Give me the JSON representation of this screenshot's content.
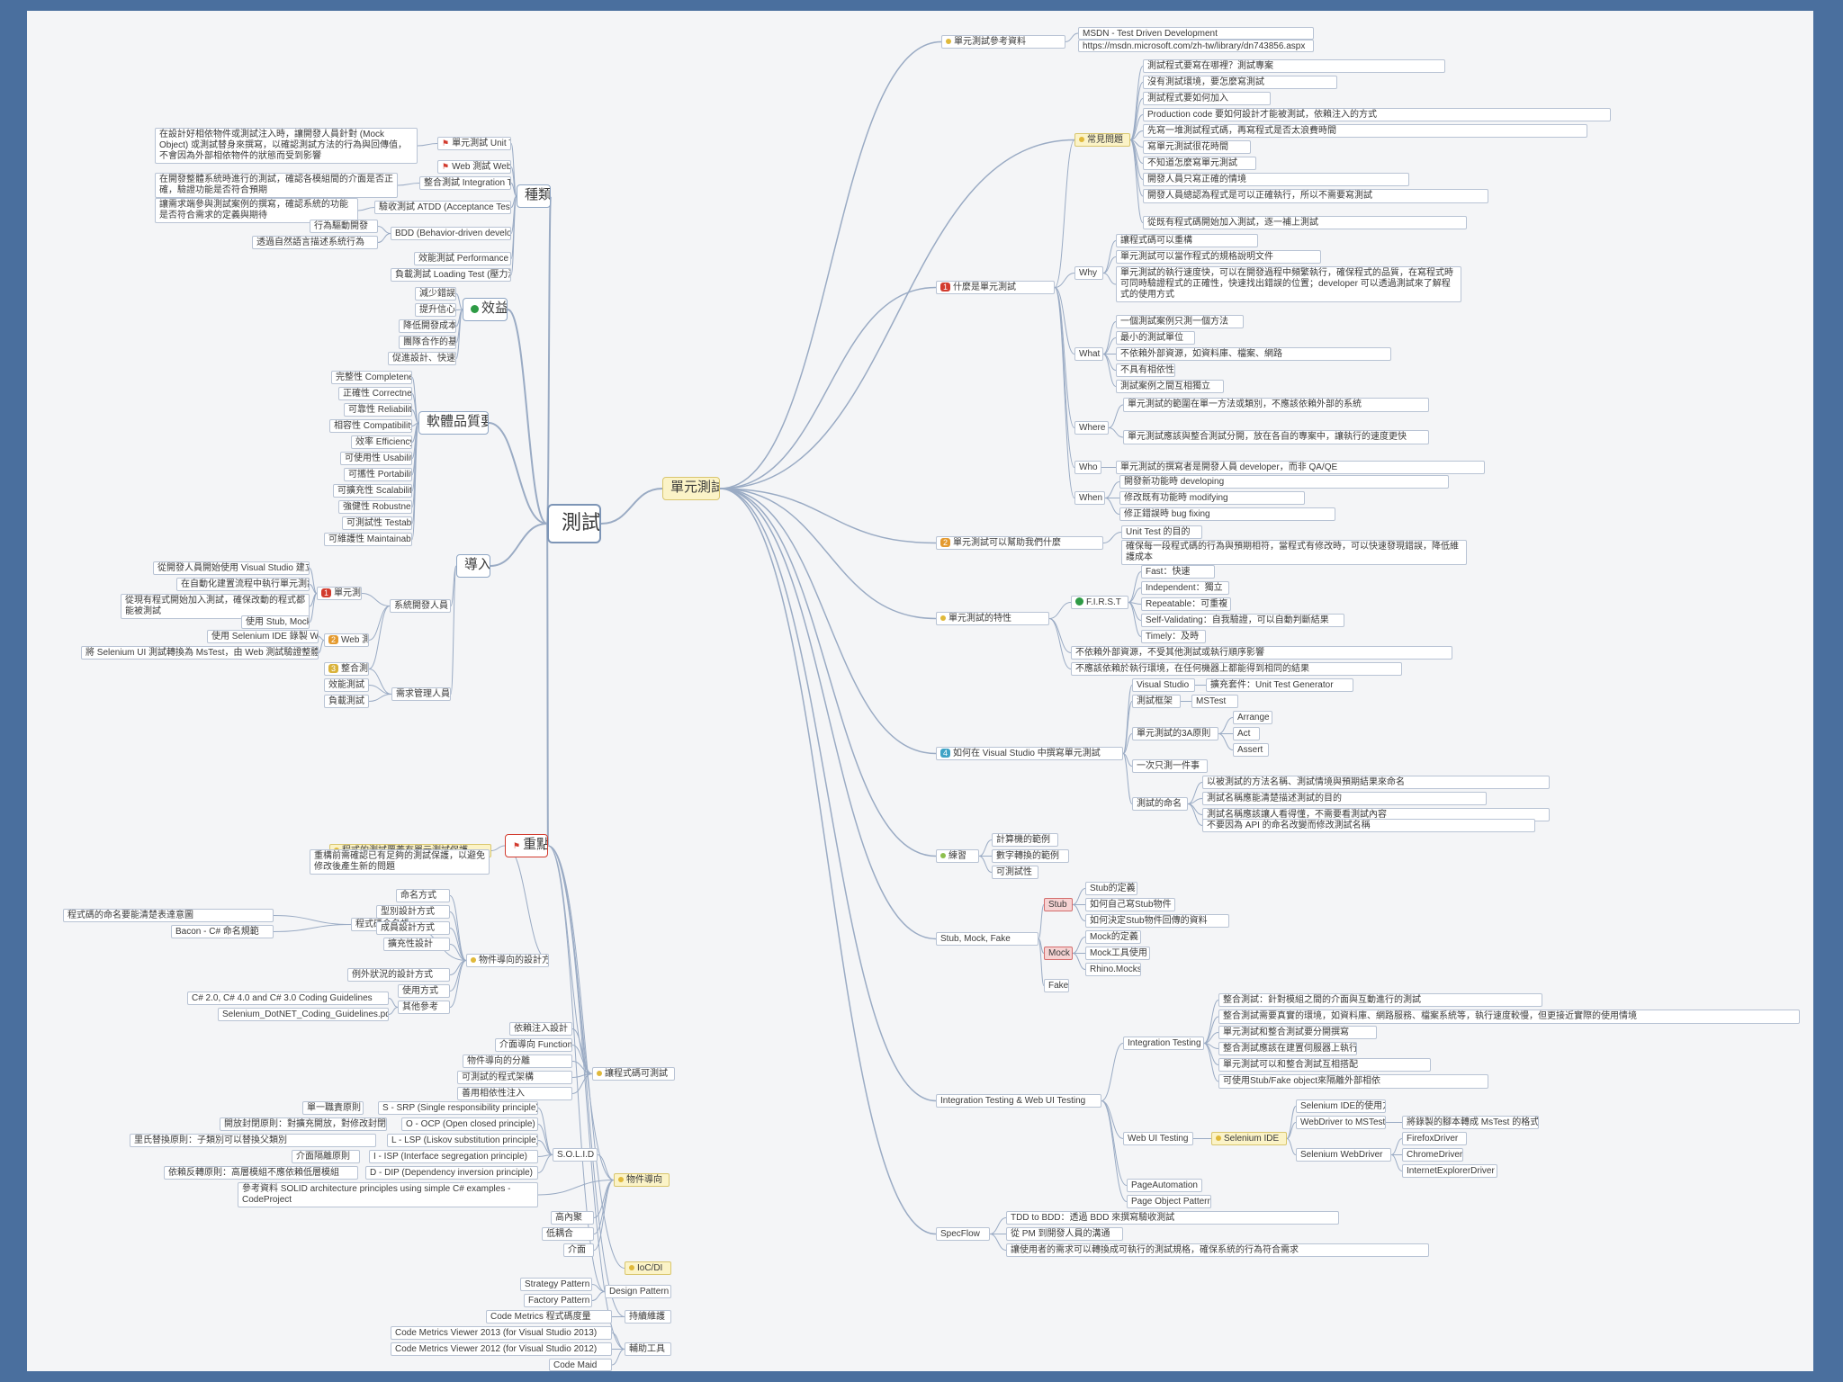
{
  "colors": {
    "frame": "#4a6f9e",
    "canvas": "#f4f5f7",
    "link": "#9aabc4",
    "node_border": "#b8c3d4",
    "highlight": "#fbf3c7",
    "flag": "#d23b2e",
    "info_icon": "#2e9b45"
  },
  "root": "測試",
  "left": {
    "types": {
      "label": "種類",
      "unit_test": "單元測試 Unit Test",
      "unit_test_note": "在設計好相依物件或測試注入時，讓開發人員針對 (Mock Object) 或測試替身來撰寫，以確認測試方法的行為與回傳值，不會因為外部相依物件的狀態而受到影響",
      "web_test": "Web 測試 Web Test",
      "integration_test": "整合測試 Integration Test",
      "integration_note": "在開發整體系統時進行的測試，確認各模組間的介面是否正確，驗證功能是否符合預期",
      "acceptance_test": "驗收測試 ATDD (Acceptance Testing)",
      "acceptance_note": "讓需求端參與測試案例的撰寫，確認系統的功能是否符合需求的定義與期待",
      "bdd": "BDD (Behavior-driven development)",
      "bdd_notes": [
        "行為驅動開發",
        "透過自然語言描述系統行為"
      ],
      "performance_test": "效能測試 Performance Test",
      "loading_test": "負載測試 Loading Test (壓力測試)"
    },
    "benefits": {
      "label": "效益",
      "items": [
        "減少錯誤",
        "提升信心",
        "降低開發成本",
        "團隊合作的基礎",
        "促進設計、快速回饋"
      ]
    },
    "quality": {
      "label": "軟體品質要求",
      "items": [
        "完整性 Completeness",
        "正確性 Correctness",
        "可靠性 Reliability",
        "相容性 Compatibility",
        "效率 Efficiency",
        "可使用性 Usability",
        "可攜性 Portability",
        "可擴充性 Scalability",
        "強健性 Robustness",
        "可測試性 Testability",
        "可維護性 Maintainability"
      ]
    },
    "adoption": {
      "label": "導入",
      "dev_group": "系統開發人員",
      "unit": "單元測試",
      "unit_notes": [
        "從開發人員開始使用 Visual Studio 建立測試專案",
        "在自動化建置流程中執行單元測試",
        "從現有程式開始加入測試，確保改動的程式都能被測試",
        "使用 Stub, Mock, Fake"
      ],
      "web": "Web 測試",
      "web_notes": [
        "使用 Selenium IDE 錄製 Web 測試",
        "將 Selenium UI 測試轉換為 MsTest，由 Web 測試驗證整體流程"
      ],
      "integration": "整合測試",
      "perf": "效能測試",
      "load": "負載測試",
      "req_group": "需求管理人員"
    },
    "keys": {
      "label": "重點",
      "coverage": "程式的測試覆蓋有單元測試保護",
      "coverage_note": "重構前需確認已有足夠的測試保護，以避免修改後產生新的問題",
      "naming": "程式碼命名規範",
      "naming_notes": [
        "程式碼的命名要能清楚表達意圖",
        "Bacon - C# 命名規範"
      ],
      "design_label": "物件導向的設計方式",
      "design_items": [
        "命名方式",
        "型別設計方式",
        "成員設計方式",
        "擴充性設計",
        "例外狀況的設計方式",
        "使用方式"
      ],
      "guidelines": [
        "C# 2.0, C# 4.0 and C# 3.0 Coding Guidelines",
        "Selenium_DotNET_Coding_Guidelines.pdf"
      ],
      "ref": "其他參考",
      "testable": "讓程式碼可測試",
      "testable_items": [
        "依賴注入設計",
        "介面導向 Function",
        "物件導向的分離",
        "可測試的程式架構",
        "善用相依性注入"
      ],
      "solid": "S.O.L.I.D",
      "solid_items": [
        "S - SRP (Single responsibility principle)",
        "O - OCP (Open closed principle)",
        "L - LSP (Liskov substitution principle)",
        "I - ISP (Interface segregation principle)",
        "D - DIP (Dependency inversion principle)"
      ],
      "solid_notes": [
        "單一職責原則",
        "開放封閉原則：對擴充開放，對修改封閉",
        "里氏替換原則：子類別可以替換父類別",
        "介面隔離原則",
        "依賴反轉原則：高層模組不應依賴低層模組"
      ],
      "oo": "物件導向",
      "oo_ref": "參考資料 SOLID architecture principles using simple C# examples - CodeProject",
      "oo_items": [
        "高內聚",
        "低耦合",
        "介面"
      ],
      "ioc": "IoC/DI",
      "pattern": "Design Pattern",
      "pattern_items": [
        "Strategy Pattern",
        "Factory Pattern"
      ],
      "maint": "持續維護",
      "metrics": "Code Metrics 程式碼度量",
      "tools": "輔助工具",
      "tool_items": [
        "Code Metrics Viewer 2013 (for Visual Studio 2013)",
        "Code Metrics Viewer 2012 (for Visual Studio 2012)",
        "Code Maid"
      ]
    }
  },
  "right": {
    "label": "單元測試",
    "refs": {
      "label": "單元測試參考資料",
      "msdn": "MSDN - Test Driven Development",
      "url": "https://msdn.microsoft.com/zh-tw/library/dn743856.aspx"
    },
    "faq": {
      "label": "常見問題",
      "items": [
        "測試程式要寫在哪裡？測試專案",
        "沒有測試環境，要怎麼寫測試",
        "測試程式要如何加入",
        "Production code 要如何設計才能被測試，依賴注入的方式",
        "先寫一堆測試程式碼，再寫程式是否太浪費時間",
        "寫單元測試很花時間",
        "不知道怎麼寫單元測試",
        "開發人員只寫正確的情境",
        "開發人員總認為程式是可以正確執行，所以不需要寫測試",
        "從既有程式碼開始加入測試，逐一補上測試"
      ]
    },
    "what_is": {
      "label": "什麼是單元測試",
      "why": "Why",
      "why_items": [
        "讓程式碼可以重構",
        "單元測試可以當作程式的規格說明文件",
        "單元測試的執行速度快，可以在開發過程中頻繁執行，確保程式的品質，在寫程式時可同時驗證程式的正確性，快速找出錯誤的位置；developer 可以透過測試來了解程式的使用方式"
      ],
      "what": "What",
      "what_items": [
        "一個測試案例只測一個方法",
        "最小的測試單位",
        "不依賴外部資源，如資料庫、檔案、網路",
        "不具有相依性",
        "測試案例之間互相獨立"
      ],
      "where": "Where",
      "where_items": [
        "單元測試的範圍在單一方法或類別，不應該依賴外部的系統",
        "單元測試應該與整合測試分開，放在各自的專案中，讓執行的速度更快"
      ],
      "who": "Who",
      "who_item": "單元測試的撰寫者是開發人員 developer，而非 QA/QE",
      "when": "When",
      "when_items": [
        "開發新功能時 developing",
        "修改既有功能時 modifying",
        "修正錯誤時 bug fixing"
      ]
    },
    "helps": {
      "label": "單元測試可以幫助我們什麼",
      "title": "Unit Test 的目的",
      "note": "確保每一段程式碼的行為與預期相符，當程式有修改時，可以快速發現錯誤，降低維護成本"
    },
    "features": {
      "label": "單元測試的特性",
      "first": "F.I.R.S.T",
      "first_items": [
        "Fast：快速",
        "Independent：獨立",
        "Repeatable：可重複",
        "Self-Validating：自我驗證，可以自動判斷結果",
        "Timely：及時"
      ],
      "notes": [
        "不依賴外部資源，不受其他測試或執行順序影響",
        "不應該依賴於執行環境，在任何機器上都能得到相同的結果"
      ]
    },
    "vs": {
      "label": "如何在 Visual Studio 中撰寫單元測試",
      "studio": "Visual Studio",
      "gen": "擴充套件：Unit Test Generator",
      "framework": "測試框架",
      "mstest": "MSTest",
      "aaa": "單元測試的3A原則",
      "aaa_items": [
        "Arrange",
        "Act",
        "Assert"
      ],
      "one": "一次只測一件事",
      "naming": "測試的命名",
      "naming_items": [
        "以被測試的方法名稱、測試情境與預期結果來命名",
        "測試名稱應能清楚描述測試的目的",
        "測試名稱應該讓人看得懂，不需要看測試內容",
        "不要因為 API 的命名改變而修改測試名稱"
      ]
    },
    "practice": {
      "label": "練習",
      "items": [
        "計算機的範例",
        "數字轉換的範例",
        "可測試性"
      ]
    },
    "smf": {
      "label": "Stub, Mock, Fake",
      "stub": "Stub",
      "stub_items": [
        "Stub的定義",
        "如何自己寫Stub物件",
        "如何決定Stub物件回傳的資料"
      ],
      "mock": "Mock",
      "mock_items": [
        "Mock的定義",
        "Mock工具使用",
        "Rhino.Mocks"
      ],
      "fake": "Fake"
    },
    "iwu": {
      "label": "Integration Testing & Web UI Testing",
      "integ": "Integration Testing",
      "integ_items": [
        "整合測試：針對模組之間的介面與互動進行的測試",
        "整合測試需要真實的環境，如資料庫、網路服務、檔案系統等，執行速度較慢，但更接近實際的使用情境",
        "單元測試和整合測試要分開撰寫",
        "整合測試應該在建置伺服器上執行",
        "單元測試可以和整合測試互相搭配",
        "可使用Stub/Fake object來隔離外部相依"
      ],
      "webui": "Web UI Testing",
      "selenium_ide": "Selenium IDE",
      "ide_items": [
        "Selenium IDE的使用方式",
        "WebDriver to MSTest",
        "Selenium WebDriver"
      ],
      "mstest_note": "將錄製的腳本轉成 MsTest 的格式",
      "drivers": [
        "FirefoxDriver",
        "ChromeDriver",
        "InternetExplorerDriver"
      ],
      "pom": [
        "PageAutomation",
        "Page Object Pattern"
      ]
    },
    "specflow": {
      "label": "SpecFlow",
      "items": [
        "TDD to BDD：透過 BDD 來撰寫驗收測試",
        "從 PM 到開發人員的溝通",
        "讓使用者的需求可以轉換成可執行的測試規格，確保系統的行為符合需求"
      ]
    }
  }
}
